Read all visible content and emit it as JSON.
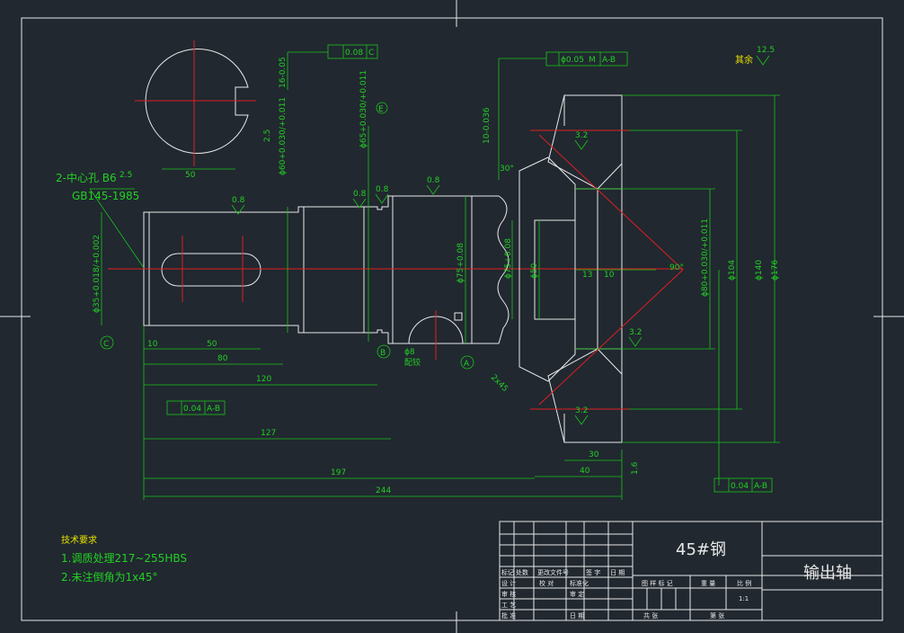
{
  "dimensions": {
    "d50": "50",
    "d10": "10",
    "d50b": "50",
    "d80": "80",
    "d120": "120",
    "d127": "127",
    "d197": "197",
    "d244": "244",
    "d13": "13",
    "d10b": "10",
    "d30": "30",
    "d40": "40",
    "d30deg": "30°",
    "d90deg": "90°",
    "dia35": "ϕ35+0.018/+0.002",
    "dia60": "ϕ60+0.030/+0.011",
    "dia65": "ϕ65+0.030/+0.011",
    "dia75": "ϕ75+0.08",
    "dia50": "ϕ50",
    "dia80": "ϕ80+0.030/+0.011",
    "dia104": "ϕ104",
    "dia140": "ϕ140",
    "dia176": "ϕ176",
    "keyway16": "16-0.05",
    "keyway10": "10-0.036",
    "chamfer2x45": "2x45",
    "hole8": "ϕ8",
    "hole8note": "配铰",
    "d2_5a": "2.5",
    "d2_5b": "2.5",
    "d1_6": "1.6"
  },
  "roughness": {
    "r08a": "0.8",
    "r08b": "0.8",
    "r08c": "0.8",
    "r08d": "0.8",
    "r32a": "3.2",
    "r32b": "3.2",
    "r32c": "3.2",
    "rest": "其余",
    "rest_value": "12.5"
  },
  "tolerances": {
    "sym": "0.08",
    "sym_ref": "C",
    "pos": "ϕ0.05",
    "pos_mod": "M",
    "pos_ref": "A-B",
    "pos_mod2": "M",
    "runout1": "0.04",
    "runout1_ref": "A-B",
    "runout2": "0.04",
    "runout2_ref": "A-B"
  },
  "datums": {
    "a": "A",
    "b": "B",
    "c": "C",
    "e": "E"
  },
  "center_hole": {
    "label": "2-中心孔 B6",
    "standard": "GB145-1985"
  },
  "tech": {
    "title": "技术要求",
    "line1": "1.调质处理217~255HBS",
    "line2": "2.未注倒角为1x45°"
  },
  "title_block": {
    "material": "45#钢",
    "part_name": "输出轴",
    "scale": "1:1",
    "h_mark": "标记",
    "h_count": "处数",
    "h_zone": "更改文件号",
    "h_sign": "签 字",
    "h_date": "日 期",
    "r_design": "设 计",
    "r_std": "标准化",
    "r_check": "审 核",
    "r_tech": "工 艺",
    "r_approve": "批 准",
    "r_date": "日 期",
    "r_review": "审 定",
    "r_jiaodui": "校 对",
    "stage": "图 样 标 记",
    "weight": "重 量",
    "ratio": "比 例",
    "sheets_total": "共   张",
    "sheet_no": "第   张"
  },
  "colors": {
    "background": "#212830",
    "outline": "#e8e8e8",
    "dimension": "#19c419",
    "center": "#e02020",
    "highlight": "#e8e000"
  }
}
